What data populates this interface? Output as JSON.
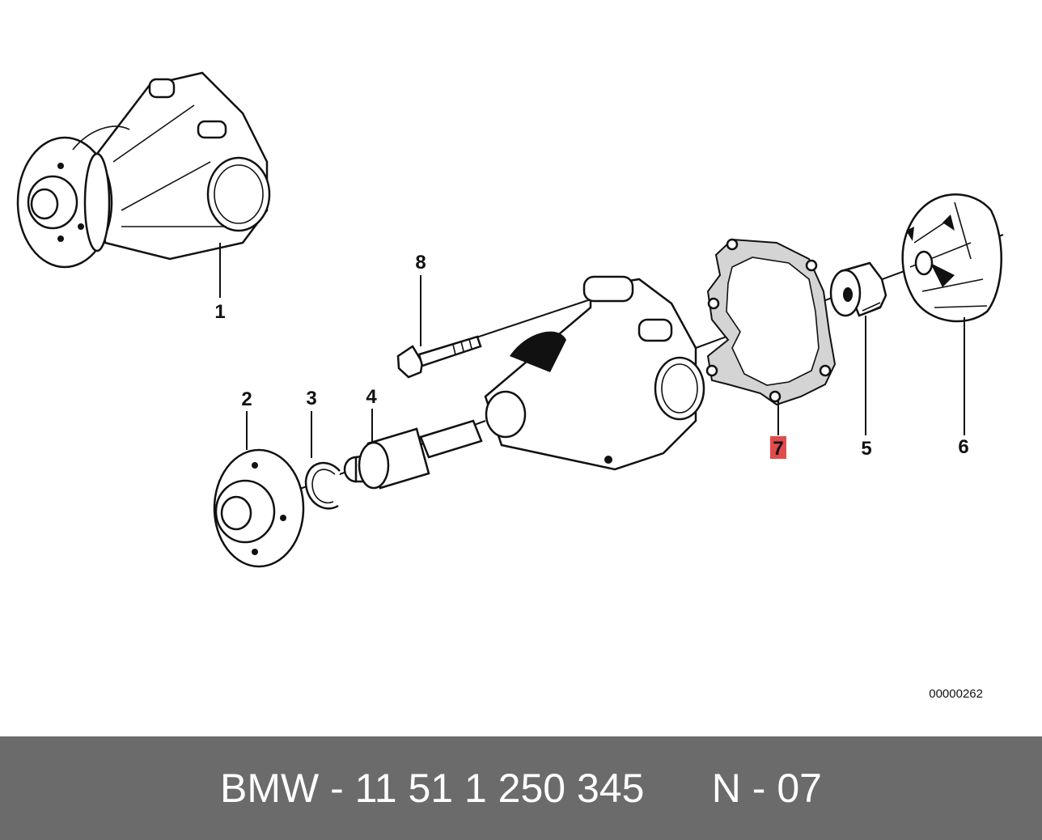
{
  "diagram": {
    "callouts": [
      {
        "id": "1",
        "label": "1"
      },
      {
        "id": "2",
        "label": "2"
      },
      {
        "id": "3",
        "label": "3"
      },
      {
        "id": "4",
        "label": "4"
      },
      {
        "id": "5",
        "label": "5"
      },
      {
        "id": "6",
        "label": "6"
      },
      {
        "id": "7",
        "label": "7",
        "highlighted": true
      },
      {
        "id": "8",
        "label": "8"
      }
    ],
    "reference_code": "00000262",
    "highlight_color": "#e24b4b"
  },
  "footer": {
    "part_number": "BMW - 11 51 1 250 345",
    "position": "N - 07",
    "background_color": "#6b6b6b"
  }
}
